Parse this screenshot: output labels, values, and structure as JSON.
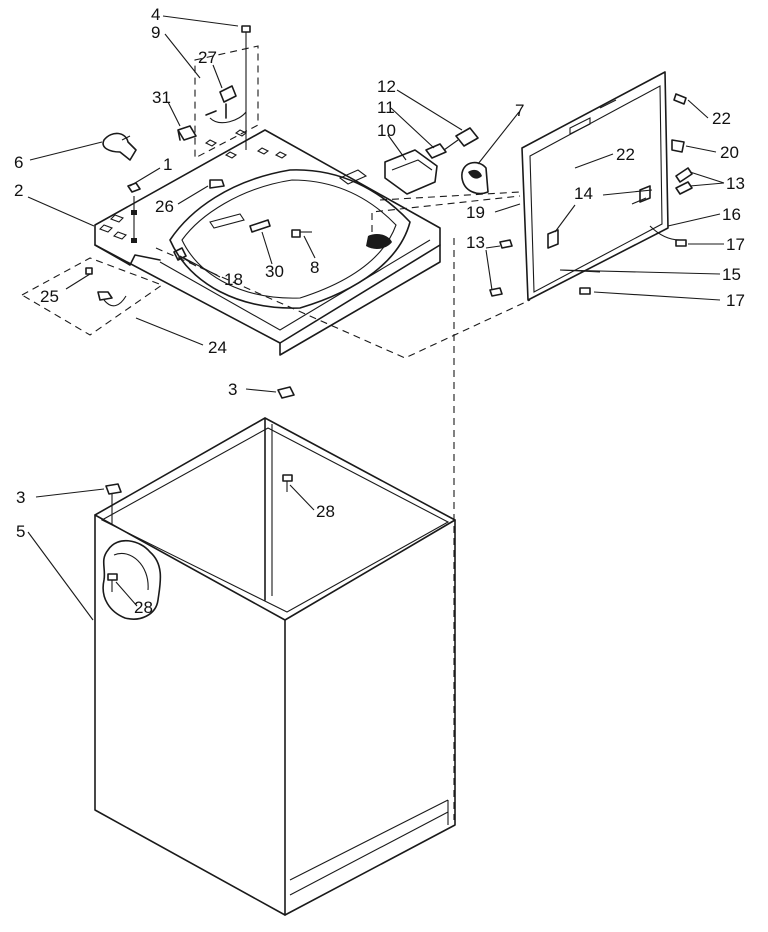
{
  "callouts": [
    {
      "id": "c4",
      "text": "4"
    },
    {
      "id": "c9",
      "text": "9"
    },
    {
      "id": "c27",
      "text": "27"
    },
    {
      "id": "c31",
      "text": "31"
    },
    {
      "id": "c6",
      "text": "6"
    },
    {
      "id": "c1",
      "text": "1"
    },
    {
      "id": "c2",
      "text": "2"
    },
    {
      "id": "c26",
      "text": "26"
    },
    {
      "id": "c25",
      "text": "25"
    },
    {
      "id": "c24",
      "text": "24"
    },
    {
      "id": "c18",
      "text": "18"
    },
    {
      "id": "c30",
      "text": "30"
    },
    {
      "id": "c8",
      "text": "8"
    },
    {
      "id": "c12",
      "text": "12"
    },
    {
      "id": "c11",
      "text": "11"
    },
    {
      "id": "c10",
      "text": "10"
    },
    {
      "id": "c7",
      "text": "7"
    },
    {
      "id": "c22a",
      "text": "22"
    },
    {
      "id": "c22b",
      "text": "22"
    },
    {
      "id": "c20",
      "text": "20"
    },
    {
      "id": "c13a",
      "text": "13"
    },
    {
      "id": "c14",
      "text": "14"
    },
    {
      "id": "c19",
      "text": "19"
    },
    {
      "id": "c16",
      "text": "16"
    },
    {
      "id": "c17a",
      "text": "17"
    },
    {
      "id": "c13b",
      "text": "13"
    },
    {
      "id": "c15",
      "text": "15"
    },
    {
      "id": "c17b",
      "text": "17"
    },
    {
      "id": "c3a",
      "text": "3"
    },
    {
      "id": "c28a",
      "text": "28"
    },
    {
      "id": "c3b",
      "text": "3"
    },
    {
      "id": "c5",
      "text": "5"
    },
    {
      "id": "c28b",
      "text": "28"
    }
  ]
}
